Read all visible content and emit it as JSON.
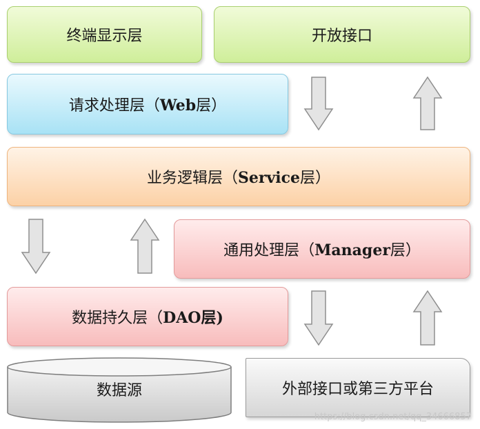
{
  "layers": {
    "terminal": "终端显示层",
    "open_api": "开放接口",
    "web_pre": "请求处理层（",
    "web_bold": "Web",
    "web_post": "层）",
    "service_pre": "业务逻辑层（",
    "service_bold": "Service",
    "service_post": "层）",
    "manager_pre": "通用处理层（",
    "manager_bold": "Manager",
    "manager_post": "层）",
    "dao_pre": "数据持久层（",
    "dao_bold": "DAO层)",
    "datasource": "数据源",
    "external": "外部接口或第三方平台"
  },
  "watermark": "https://blog.csdn.net/qq_34666857",
  "colors": {
    "green": "#cfee9a",
    "blue": "#a8e2f5",
    "orange": "#fcd1a6",
    "red": "#f8bcbc",
    "gray": "#d6d6d6",
    "arrow": "#e2e2e2"
  }
}
